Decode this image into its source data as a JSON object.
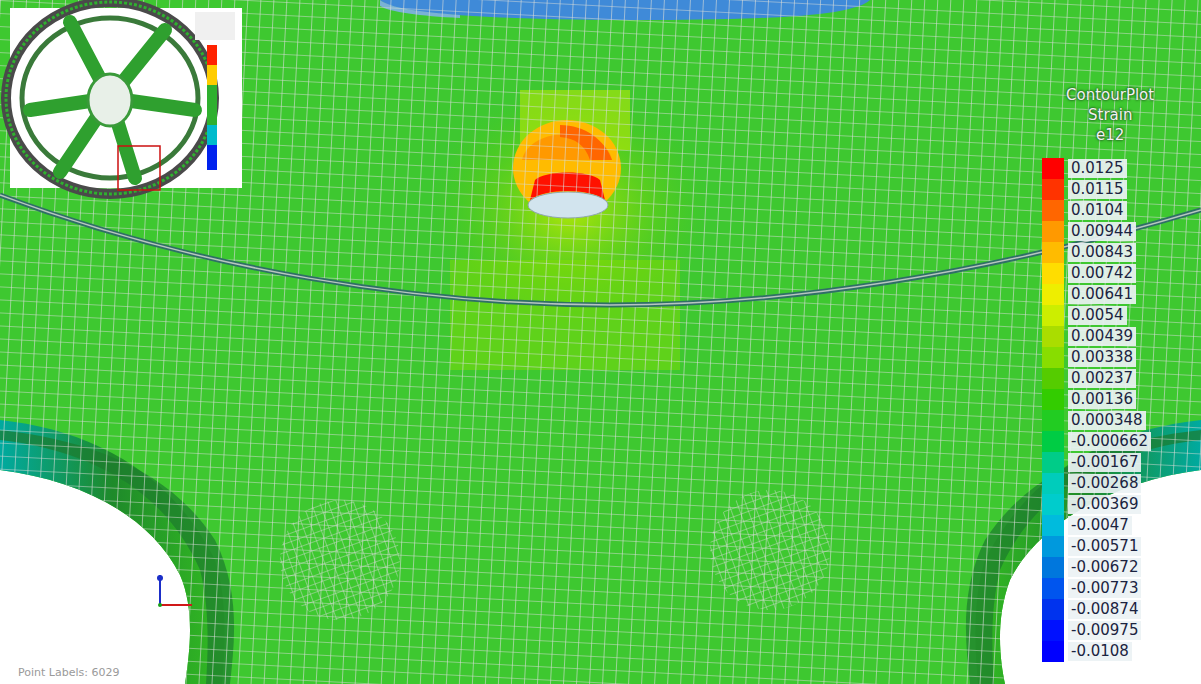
{
  "diagram": {
    "labels": [
      "ContourPlot",
      "Strain",
      "e12",
      "Point Labels: 6029"
    ],
    "legend": [
      {
        "text": "0.0125",
        "color": "#ff0000"
      },
      {
        "text": "0.0115",
        "color": "#ff3300"
      },
      {
        "text": "0.0104",
        "color": "#ff6600"
      },
      {
        "text": "0.00944",
        "color": "#ff9900"
      },
      {
        "text": "0.00843",
        "color": "#ffbb00"
      },
      {
        "text": "0.00742",
        "color": "#ffdd00"
      },
      {
        "text": "0.00641",
        "color": "#eeee00"
      },
      {
        "text": "0.0054",
        "color": "#ccee00"
      },
      {
        "text": "0.00439",
        "color": "#aadd00"
      },
      {
        "text": "0.00338",
        "color": "#88dd00"
      },
      {
        "text": "0.00237",
        "color": "#55cc00"
      },
      {
        "text": "0.00136",
        "color": "#33cc00"
      },
      {
        "text": "0.000348",
        "color": "#22cc22"
      },
      {
        "text": "-0.000662",
        "color": "#00cc44"
      },
      {
        "text": "-0.00167",
        "color": "#00cc88"
      },
      {
        "text": "-0.00268",
        "color": "#00ccbb"
      },
      {
        "text": "-0.00369",
        "color": "#00cccc"
      },
      {
        "text": "-0.0047",
        "color": "#00bbdd"
      },
      {
        "text": "-0.00571",
        "color": "#0099dd"
      },
      {
        "text": "-0.00672",
        "color": "#0077dd"
      },
      {
        "text": "-0.00773",
        "color": "#0055ee"
      },
      {
        "text": "-0.00874",
        "color": "#0033ee"
      },
      {
        "text": "-0.00975",
        "color": "#0011ff"
      },
      {
        "text": "-0.0108",
        "color": "#0000ff"
      }
    ]
  }
}
